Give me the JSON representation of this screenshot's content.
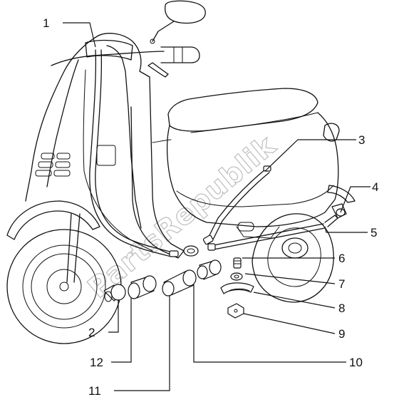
{
  "watermark": "PartsRepublik",
  "callouts": [
    {
      "id": "1",
      "label": "1"
    },
    {
      "id": "2",
      "label": "2"
    },
    {
      "id": "3",
      "label": "3"
    },
    {
      "id": "4",
      "label": "4"
    },
    {
      "id": "5",
      "label": "5"
    },
    {
      "id": "6",
      "label": "6"
    },
    {
      "id": "7",
      "label": "7"
    },
    {
      "id": "8",
      "label": "8"
    },
    {
      "id": "9",
      "label": "9"
    },
    {
      "id": "10",
      "label": "10"
    },
    {
      "id": "11",
      "label": "11"
    },
    {
      "id": "12",
      "label": "12"
    }
  ]
}
